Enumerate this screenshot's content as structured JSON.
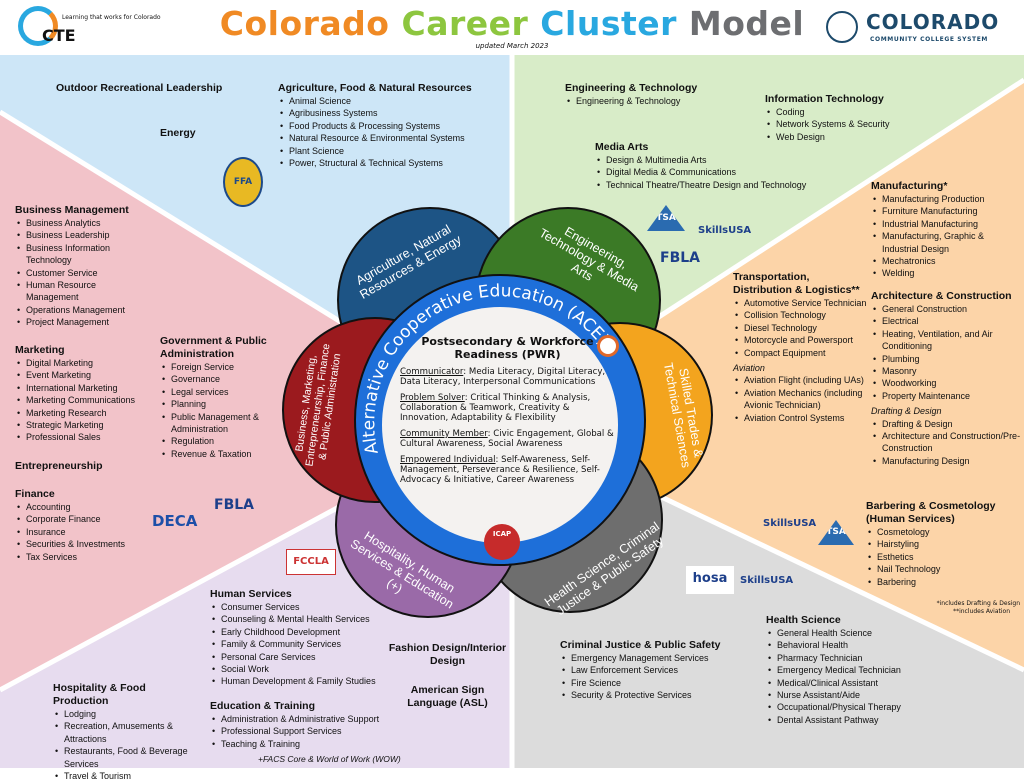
{
  "header": {
    "cte_tagline": "Learning that works for Colorado",
    "cte_logo": "CTE",
    "title_words": [
      "Colorado",
      "Career",
      "Cluster",
      "Model"
    ],
    "title_colors": [
      "#f08a24",
      "#8dc63f",
      "#29a8e0",
      "#6d6e71"
    ],
    "updated": "updated March 2023",
    "cccs_name": "COLORADO",
    "cccs_sub": "COMMUNITY COLLEGE SYSTEM"
  },
  "colors": {
    "blue_sector": "#cde6f7",
    "green_sector": "#d8ecc8",
    "orange_sector": "#fcd4a8",
    "gray_sector": "#dcdcdc",
    "lavender_sector": "#e7dcef",
    "pink_sector": "#f2c3c9",
    "ring": "#1e6fd9"
  },
  "petals": {
    "agriculture": "Agriculture, Natural Resources & Energy",
    "engineering": "Engineering, Technology & Media Arts",
    "skilled": "Skilled Trades & Technical Sciences",
    "health": "Health Science, Criminal Justice & Public Safety",
    "hospitality": "Hospitality, Human Services & Education (+)",
    "business": "Business, Marketing, Entrepreneurship, Finance & Public Administration"
  },
  "ring_label": "Alternative Cooperative Education (ACE)",
  "pwr": {
    "title_line1": "Postsecondary & Workforce",
    "title_line2": "Readiness (PWR)",
    "items": [
      {
        "term": "Communicator",
        "desc": ": Media Literacy, Digital Literacy, Data Literacy, Interpersonal Communications"
      },
      {
        "term": "Problem Solver",
        "desc": ": Critical Thinking & Analysis, Collaboration & Teamwork, Creativity & Innovation, Adaptability & Flexibility"
      },
      {
        "term": "Community Member",
        "desc": ": Civic Engagement, Global & Cultural Awareness, Social Awareness"
      },
      {
        "term": "Empowered Individual",
        "desc": ": Self-Awareness, Self-Management, Perseverance & Resilience, Self-Advocacy & Initiative, Career Awareness"
      }
    ]
  },
  "logos": {
    "ffa": "FFA",
    "tsa": "TSA",
    "skillsusa": "SkillsUSA",
    "fbla": "FBLA",
    "deca": "DECA",
    "fccla": "FCCLA",
    "hosa": "hosa",
    "icap": "ICAP"
  },
  "standalone": {
    "outdoor": "Outdoor Recreational Leadership",
    "energy": "Energy",
    "entrepreneurship": "Entrepreneurship",
    "fashion": "Fashion Design/Interior Design",
    "asl": "American Sign Language (ASL)",
    "facs": "+FACS Core & World of Work (WOW)"
  },
  "notes": {
    "n1": "*includes Drafting & Design",
    "n2": "**includes Aviation"
  },
  "blocks": {
    "agri": {
      "title": "Agriculture, Food & Natural Resources",
      "items": [
        "Animal Science",
        "Agribusiness Systems",
        "Food Products & Processing Systems",
        "Natural Resource & Environmental Systems",
        "Plant Science",
        "Power, Structural & Technical Systems"
      ]
    },
    "eng": {
      "title": "Engineering & Technology",
      "items": [
        "Engineering & Technology"
      ]
    },
    "it": {
      "title": "Information Technology",
      "items": [
        "Coding",
        "Network Systems & Security",
        "Web Design"
      ]
    },
    "media": {
      "title": "Media Arts",
      "items": [
        "Design & Multimedia Arts",
        "Digital Media & Communications",
        "Technical Theatre/Theatre Design and Technology"
      ]
    },
    "mfg": {
      "title": "Manufacturing*",
      "items": [
        "Manufacturing Production",
        "Furniture Manufacturing",
        "Industrial Manufacturing",
        "Manufacturing, Graphic & Industrial Design",
        "Mechatronics",
        "Welding"
      ]
    },
    "trans": {
      "title": "Transportation, Distribution & Logistics**",
      "items": [
        "Automotive Service Technician",
        "Collision Technology",
        "Diesel Technology",
        "Motorcycle and Powersport",
        "Compact Equipment"
      ],
      "sub": "Aviation",
      "sub_items": [
        "Aviation Flight (including UAs)",
        "Aviation Mechanics (including Avionic Technician)",
        "Aviation Control Systems"
      ]
    },
    "arch": {
      "title": "Architecture & Construction",
      "items": [
        "General Construction",
        "Electrical",
        "Heating, Ventilation, and Air Conditioning",
        "Plumbing",
        "Masonry",
        "Woodworking",
        "Property Maintenance"
      ],
      "sub": "Drafting & Design",
      "sub_items": [
        "Drafting & Design",
        "Architecture and Construction/Pre-Construction",
        "Manufacturing Design"
      ]
    },
    "barber": {
      "title": "Barbering & Cosmetology (Human Services)",
      "items": [
        "Cosmetology",
        "Hairstyling",
        "Esthetics",
        "Nail Technology",
        "Barbering"
      ]
    },
    "health": {
      "title": "Health Science",
      "items": [
        "General Health Science",
        "Behavioral Health",
        "Pharmacy Technician",
        "Emergency Medical Technician",
        "Medical/Clinical Assistant",
        "Nurse Assistant/Aide",
        "Occupational/Physical Therapy",
        "Dental Assistant Pathway"
      ]
    },
    "cj": {
      "title": "Criminal Justice & Public Safety",
      "items": [
        "Emergency  Management Services",
        "Law Enforcement Services",
        "Fire Science",
        "Security & Protective Services"
      ]
    },
    "human": {
      "title": "Human Services",
      "items": [
        "Consumer Services",
        "Counseling & Mental Health Services",
        "Early Childhood Development",
        "Family & Community Services",
        "Personal Care Services",
        "Social Work",
        "Human Development & Family Studies"
      ]
    },
    "edu": {
      "title": "Education & Training",
      "items": [
        "Administration & Administrative Support",
        "Professional Support Services",
        "Teaching & Training"
      ]
    },
    "hosp": {
      "title": "Hospitality & Food Production",
      "items": [
        "Lodging",
        "Recreation, Amusements & Attractions",
        "Restaurants, Food & Beverage Services",
        "Travel & Tourism"
      ]
    },
    "bizmgmt": {
      "title": "Business Management",
      "items": [
        "Business Analytics",
        "Business Leadership",
        "Business Information Technology",
        "Customer Service",
        "Human Resource Management",
        "Operations Management",
        "Project Management"
      ]
    },
    "mkt": {
      "title": "Marketing",
      "items": [
        "Digital Marketing",
        "Event Marketing",
        "International Marketing",
        "Marketing Communications",
        "Marketing Research",
        "Strategic Marketing",
        "Professional Sales"
      ]
    },
    "gov": {
      "title": "Government & Public Administration",
      "items": [
        "Foreign Service",
        "Governance",
        "Legal services",
        "Planning",
        "Public Management & Administration",
        "Regulation",
        "Revenue & Taxation"
      ]
    },
    "fin": {
      "title": "Finance",
      "items": [
        "Accounting",
        "Corporate Finance",
        "Insurance",
        "Securities & Investments",
        "Tax Services"
      ]
    }
  }
}
